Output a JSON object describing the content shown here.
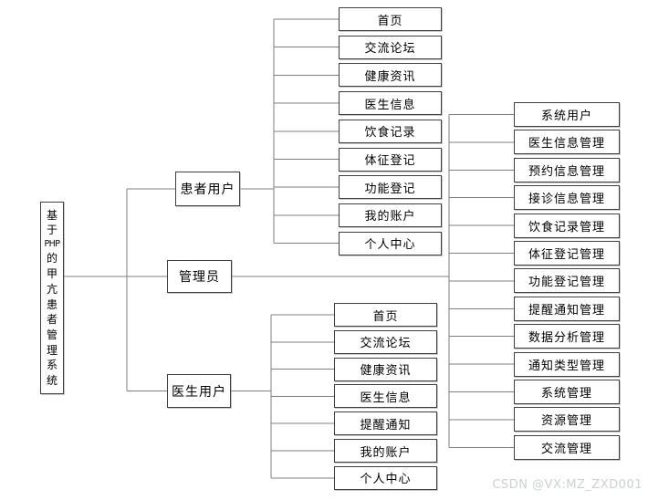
{
  "root": {
    "label": "基于PHP的甲亢患者管理系统",
    "chars": [
      "基",
      "于",
      "PHP",
      "的",
      "甲",
      "亢",
      "患",
      "者",
      "管",
      "理",
      "系",
      "统"
    ]
  },
  "branches": [
    {
      "name": "patient-user",
      "label": "患者用户",
      "children": [
        "首页",
        "交流论坛",
        "健康资讯",
        "医生信息",
        "饮食记录",
        "体征登记",
        "功能登记",
        "我的账户",
        "个人中心"
      ]
    },
    {
      "name": "administrator",
      "label": "管理员",
      "children": [
        "系统用户",
        "医生信息管理",
        "预约信息管理",
        "接诊信息管理",
        "饮食记录管理",
        "体征登记管理",
        "功能登记管理",
        "提醒通知管理",
        "数据分析管理",
        "通知类型管理",
        "系统管理",
        "资源管理",
        "交流管理"
      ]
    },
    {
      "name": "doctor-user",
      "label": "医生用户",
      "children": [
        "首页",
        "交流论坛",
        "健康资讯",
        "医生信息",
        "提醒通知",
        "我的账户",
        "个人中心"
      ]
    }
  ],
  "watermark": "CSDN @VX:MZ_ZXD001",
  "colors": {
    "line": "#7f7f7f",
    "box_border": "#3f3f3f",
    "text": "#000000",
    "watermark": "#ccd0d4",
    "background": "#ffffff"
  }
}
